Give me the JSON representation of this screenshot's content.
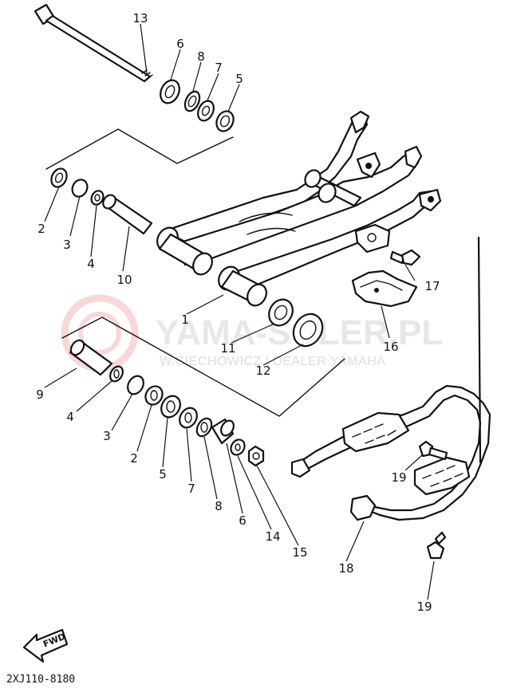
{
  "watermark": {
    "brand": "YAMA-SOLER.PL",
    "tagline": "W.CIECHOWICZ | DEALER YAMAHA"
  },
  "diagram_code": "2XJ110-8180",
  "fwd_label": "FWD",
  "callouts": {
    "c13": "13",
    "c6a": "6",
    "c8a": "8",
    "c7a": "7",
    "c5a": "5",
    "c2a": "2",
    "c3a": "3",
    "c4a": "4",
    "c10": "10",
    "c1": "1",
    "c11": "11",
    "c12": "12",
    "c16": "16",
    "c17": "17",
    "c9": "9",
    "c4b": "4",
    "c3b": "3",
    "c2b": "2",
    "c5b": "5",
    "c7b": "7",
    "c8b": "8",
    "c6b": "6",
    "c14": "14",
    "c15": "15",
    "c19a": "19",
    "c18": "18",
    "c19b": "19"
  }
}
